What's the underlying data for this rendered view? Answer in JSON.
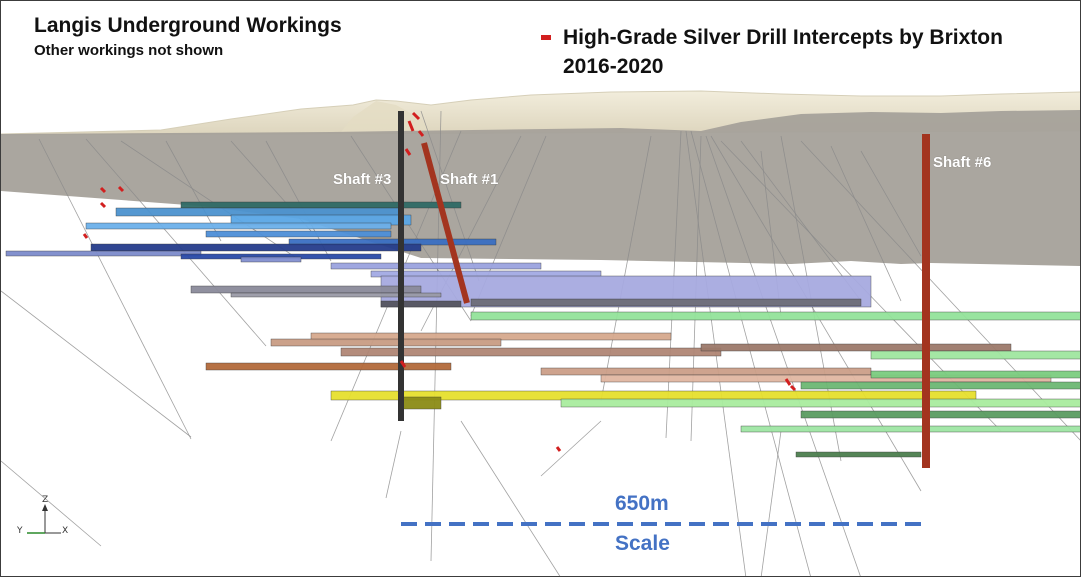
{
  "title": "Langis Underground Workings",
  "subtitle": "Other workings not shown",
  "legend": {
    "label_line1": "High-Grade Silver Drill Intercepts by Brixton",
    "label_line2": "2016-2020",
    "color": "#d21f1f"
  },
  "shafts": [
    {
      "label": "Shaft #3"
    },
    {
      "label": "Shaft #1"
    },
    {
      "label": "Shaft #6"
    }
  ],
  "scale": {
    "value": "650m",
    "label": "Scale",
    "color": "#4472c4"
  },
  "axis_triad": {
    "z": "Z",
    "y": "Y",
    "x": "X"
  },
  "colors": {
    "terrain": "#ede6d0",
    "overburden": "#a5a19a",
    "shaft": "#a3341f",
    "shaft3": "#333333",
    "intercept": "#d21f1f",
    "drillhole": "#8a8a8a"
  }
}
